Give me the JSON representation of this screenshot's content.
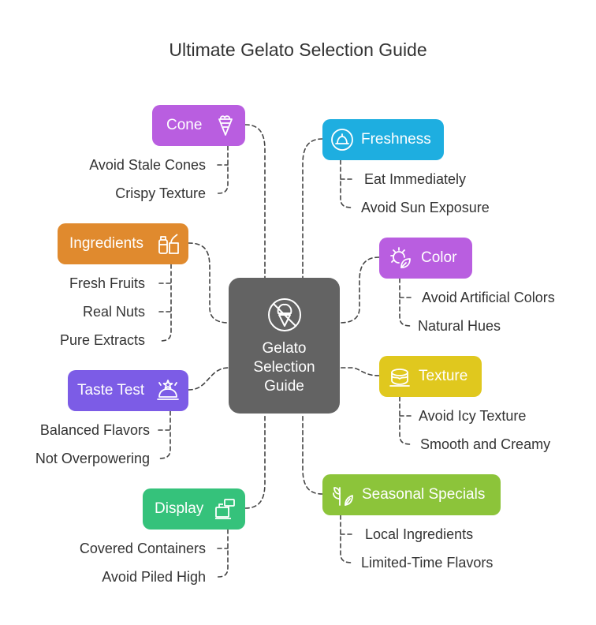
{
  "title": "Ultimate Gelato Selection Guide",
  "center": {
    "lines": [
      "Gelato",
      "Selection",
      "Guide"
    ],
    "icon": "no-ice-cream-icon"
  },
  "branches": [
    {
      "id": "cone",
      "label": "Cone",
      "color": "#b95ee0",
      "icon": "cone-icon",
      "items": [
        "Avoid Stale Cones",
        "Crispy Texture"
      ]
    },
    {
      "id": "ingredients",
      "label": "Ingredients",
      "color": "#e08a2e",
      "icon": "ingredients-icon",
      "items": [
        "Fresh Fruits",
        "Real Nuts",
        "Pure Extracts"
      ]
    },
    {
      "id": "taste-test",
      "label": "Taste Test",
      "color": "#7c5ce6",
      "icon": "tasting-icon",
      "items": [
        "Balanced Flavors",
        "Not Overpowering"
      ]
    },
    {
      "id": "display",
      "label": "Display",
      "color": "#35c27b",
      "icon": "display-case-icon",
      "items": [
        "Covered Containers",
        "Avoid Piled High"
      ]
    },
    {
      "id": "freshness",
      "label": "Freshness",
      "color": "#1eaee0",
      "icon": "covered-dish-icon",
      "items": [
        "Eat Immediately",
        "Avoid Sun Exposure"
      ]
    },
    {
      "id": "color",
      "label": "Color",
      "color": "#b95ee0",
      "icon": "sun-leaf-icon",
      "items": [
        "Avoid Artificial Colors",
        "Natural Hues"
      ]
    },
    {
      "id": "texture",
      "label": "Texture",
      "color": "#e0c81e",
      "icon": "cake-icon",
      "items": [
        "Avoid Icy Texture",
        "Smooth and Creamy"
      ]
    },
    {
      "id": "seasonal",
      "label": "Seasonal Specials",
      "color": "#8cc43a",
      "icon": "plant-icon",
      "items": [
        "Local Ingredients",
        "Limited-Time Flavors"
      ]
    }
  ]
}
